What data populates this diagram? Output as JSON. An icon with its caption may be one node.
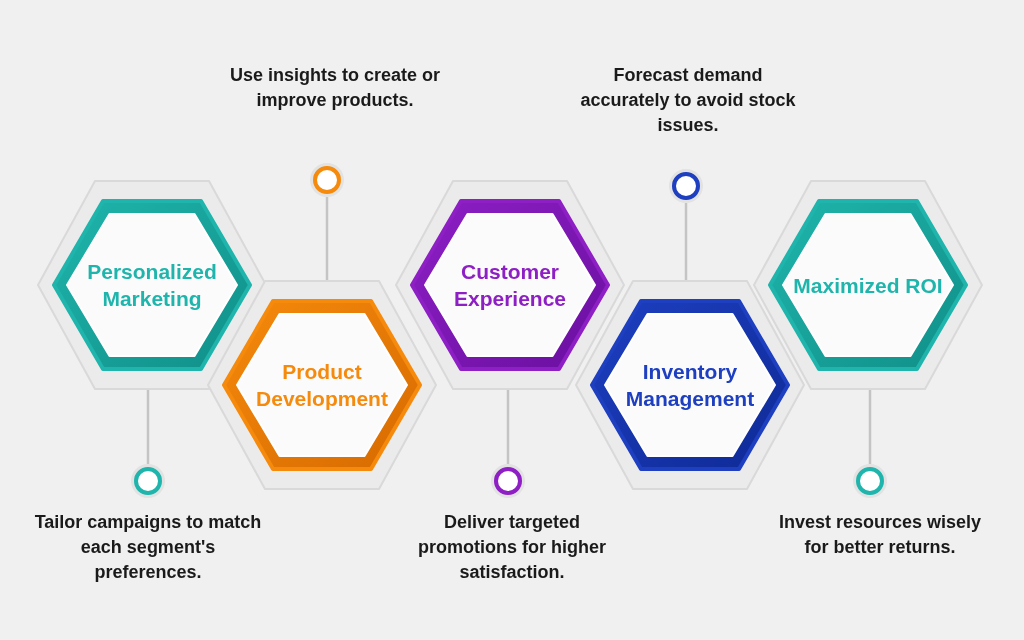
{
  "diagram": {
    "nodes": [
      {
        "text": [
          "Personalized Marketing"
        ]
      },
      {
        "text": [],
        "shape": "circle",
        "beside": [
          "Tailor campaigns to match each segment's preferences."
        ]
      },
      {
        "text": [
          "Product Development"
        ]
      },
      {
        "text": [],
        "shape": "circle",
        "beside": [
          "Use insights to create or improve products."
        ]
      },
      {
        "text": [
          "Customer Experience"
        ]
      },
      {
        "text": [],
        "shape": "circle",
        "beside": [
          "Deliver targeted promotions for higher satisfaction."
        ]
      },
      {
        "text": [
          "Inventory Management"
        ]
      },
      {
        "text": [],
        "shape": "circle",
        "beside": [
          "Forecast demand accurately to avoid stock issues."
        ]
      },
      {
        "text": [
          "Maximized ROI"
        ]
      },
      {
        "text": [],
        "shape": "circle",
        "beside": [
          "Invest resources wisely for better returns."
        ]
      }
    ],
    "edges": [
      {
        "from": 0,
        "to": 1,
        "arrow": "none"
      },
      {
        "from": 2,
        "to": 3,
        "arrow": "none"
      },
      {
        "from": 4,
        "to": 5,
        "arrow": "none"
      },
      {
        "from": 6,
        "to": 7,
        "arrow": "none"
      },
      {
        "from": 8,
        "to": 9,
        "arrow": "none"
      }
    ]
  }
}
